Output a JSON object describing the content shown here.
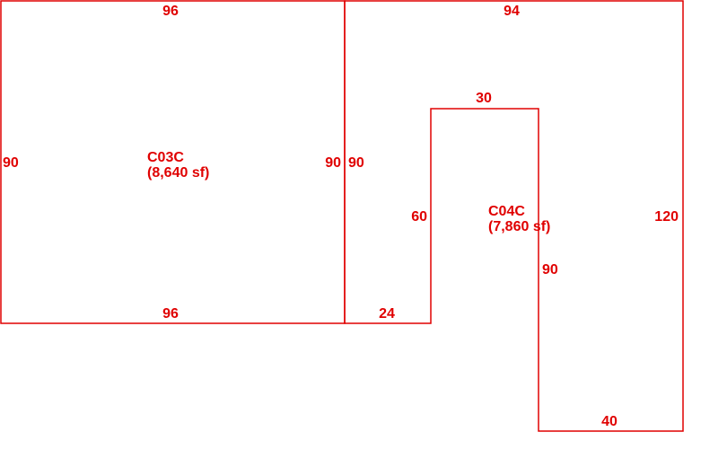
{
  "colors": {
    "line": "#e00000",
    "text": "#e00000",
    "background": "#ffffff"
  },
  "areas": [
    {
      "id": "C03C",
      "name": "C03C",
      "area": "(8,640 sf)",
      "dimensions": {
        "top": "96",
        "bottom": "96",
        "left": "90",
        "right": "90"
      }
    },
    {
      "id": "C04C",
      "name": "C04C",
      "area": "(7,860 sf)",
      "dimensions": {
        "top": "94",
        "right": "120",
        "left": "90",
        "bottom_left": "24",
        "notch_left": "60",
        "notch_top": "30",
        "notch_right": "90",
        "bottom": "40"
      }
    }
  ]
}
